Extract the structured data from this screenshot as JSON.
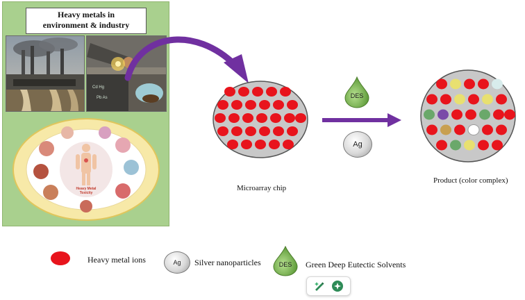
{
  "panel": {
    "title_line1": "Heavy metals in",
    "title_line2": "environment & industry",
    "wheel_center_label": "Heavy Metal Toxicity"
  },
  "chip": {
    "label": "Microarray chip",
    "dot_color": "#e8141c"
  },
  "reagents": {
    "des_label": "DES",
    "ag_label": "Ag"
  },
  "product": {
    "label": "Product (color complex)"
  },
  "legend": {
    "metal_ions": "Heavy metal ions",
    "ag_icon": "Ag",
    "silver": "Silver nanoparticles",
    "des_icon": "DES",
    "solvents": "Green Deep Eutectic Solvents"
  },
  "colors": {
    "arrow_purple": "#7030a0",
    "panel_green": "#a9d08e",
    "drop_green": "#70ad47",
    "dot_red": "#e8141c"
  },
  "toolbar": {
    "edit_icon": "pencil-sparkle-icon",
    "ai_icon": "ai-assistant-icon"
  }
}
